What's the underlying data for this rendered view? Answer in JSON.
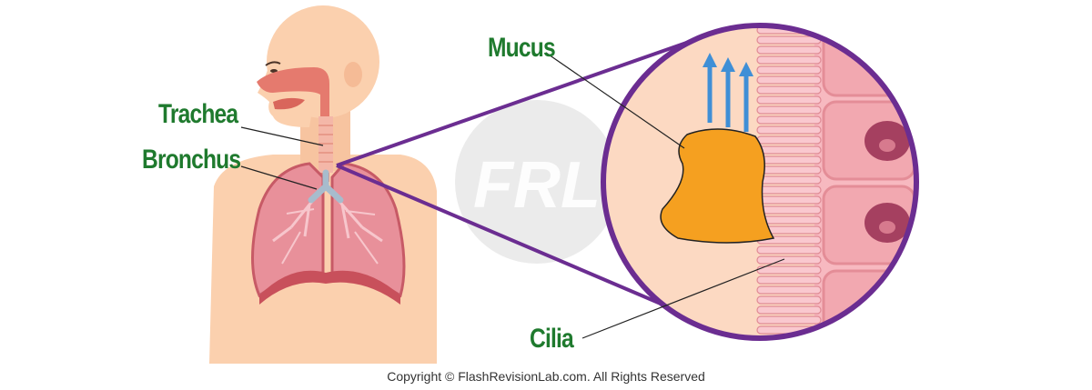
{
  "labels": {
    "trachea": "Trachea",
    "bronchus": "Bronchus",
    "mucus": "Mucus",
    "cilia": "Cilia"
  },
  "watermark": "FRL",
  "copyright": "Copyright © FlashRevisionLab.com. All Rights Reserved",
  "colors": {
    "label": "#1f7a2e",
    "zoom_outline": "#6b2d91",
    "mucus": "#f5a020",
    "arrows": "#3f8fd6",
    "skin": "#fbd0ae",
    "lung": "#e8909a",
    "epithelium": "#f2a8b0",
    "nucleus": "#a54060"
  },
  "icons": {
    "airflow": "up-arrow-icon"
  }
}
